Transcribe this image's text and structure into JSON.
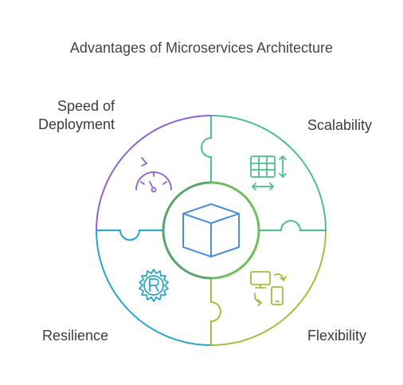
{
  "title": "Advantages of Microservices Architecture",
  "segments": [
    {
      "id": "speed",
      "label": "Speed of\nDeployment",
      "color": "#8b63d6",
      "icon": "speedometer-icon"
    },
    {
      "id": "scalability",
      "label": "Scalability",
      "color": "#4cc08c",
      "icon": "table-resize-icon"
    },
    {
      "id": "flexibility",
      "label": "Flexibility",
      "color": "#9bc23c",
      "icon": "devices-sync-icon"
    },
    {
      "id": "resilience",
      "label": "Resilience",
      "color": "#27a6c8",
      "icon": "rust-gear-icon"
    }
  ],
  "center": {
    "icon": "cube-icon",
    "color": "#4a90d9"
  }
}
